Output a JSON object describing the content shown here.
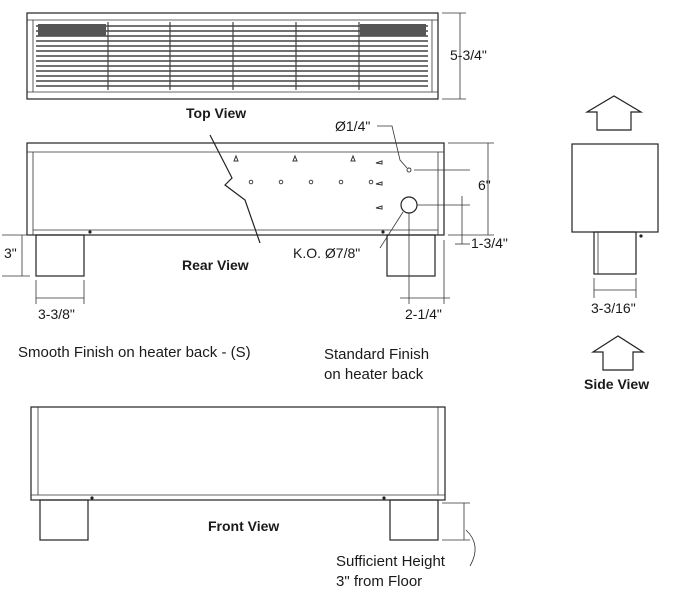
{
  "labels": {
    "top_view": "Top View",
    "rear_view": "Rear View",
    "front_view": "Front View",
    "side_view": "Side View",
    "smooth_finish": "Smooth Finish on heater back - (S)",
    "standard_finish_line1": "Standard Finish",
    "standard_finish_line2": "on heater back",
    "sufficient_line1": "Sufficient Height",
    "sufficient_line2": "3\" from Floor"
  },
  "dimensions": {
    "top_height": "5-3/4\"",
    "hole_dia": "Ø1/4\"",
    "rear_height": "6\"",
    "leg_height": "3\"",
    "ko_dia": "K.O. Ø7/8\"",
    "ko_height": "1-3/4\"",
    "leg_width": "3-3/8\"",
    "ko_offset": "2-1/4\"",
    "side_width": "3-3/16\""
  }
}
